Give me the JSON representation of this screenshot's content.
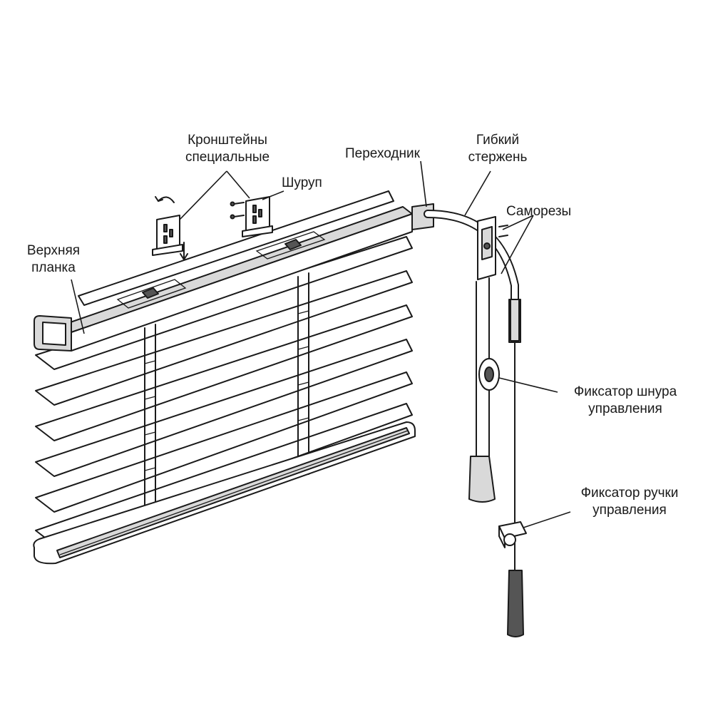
{
  "labels": {
    "brackets": [
      "Кронштейны",
      "специальные"
    ],
    "screw": "Шуруп",
    "adapter": "Переходник",
    "flexible_rod": [
      "Гибкий",
      "стержень"
    ],
    "self_tapping_screws": "Саморезы",
    "top_rail": [
      "Верхняя",
      "планка"
    ],
    "cord_lock": [
      "Фиксатор шнура",
      "управления"
    ],
    "wand_lock": [
      "Фиксатор ручки",
      "управления"
    ]
  }
}
